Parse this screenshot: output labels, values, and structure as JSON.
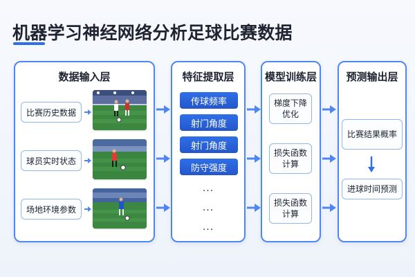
{
  "title": "机器学习神经网络分析足球比赛数据",
  "colors": {
    "accent": "#2f6fe8",
    "border": "#4f86ef",
    "light_border": "#93b5ee",
    "arrow": "#4f86ef"
  },
  "layers": {
    "input": {
      "title": "数据输入层",
      "items": [
        "比赛历史数据",
        "球员实时状态",
        "场地环境参数"
      ]
    },
    "feature": {
      "title": "特征提取层",
      "items": [
        "传球频率",
        "射门角度",
        "射门角度",
        "防守强度"
      ],
      "ellipsis": [
        "...",
        "...",
        "..."
      ]
    },
    "training": {
      "title": "模型训练层",
      "items": [
        "梯度下降优化",
        "损失函数计算",
        "损失函数计算"
      ]
    },
    "output": {
      "title": "预测输出层",
      "items": [
        "比赛结果概率",
        "进球时间预测"
      ]
    }
  },
  "icons": {
    "flow_arrow": "right-arrow-icon",
    "mini_arrow": "chevron-right-icon",
    "down_arrow": "down-arrow-icon"
  }
}
